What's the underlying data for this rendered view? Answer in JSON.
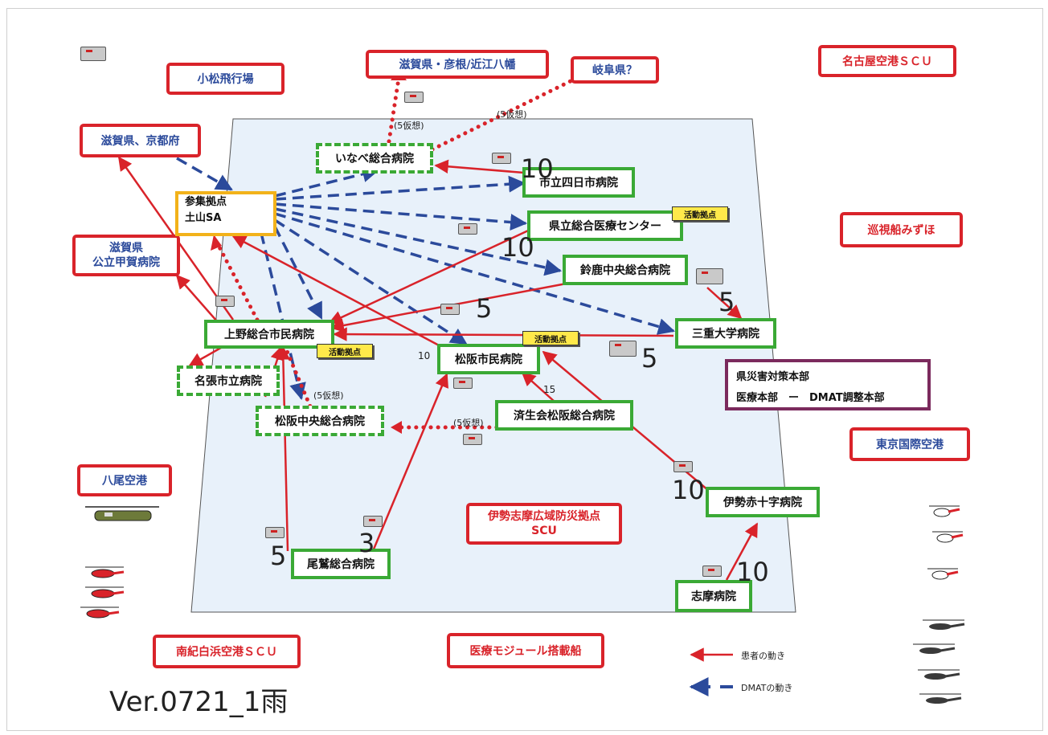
{
  "nodes": {
    "komatsu": "小松飛行場",
    "shiga_hikone": "滋賀県・彦根/近江八幡",
    "gifu": "岐阜県？",
    "nagoya_scu": "名古屋空港ＳＣＵ",
    "shiga_kyoto": "滋賀県、京都府",
    "shiga_koka_1": "滋賀県",
    "shiga_koka_2": "公立甲賀病院",
    "junshisen": "巡視船みずほ",
    "staging_1": "参集拠点",
    "staging_2": "土山SA",
    "inabe": "いなべ総合病院",
    "yokkaichi": "市立四日市病院",
    "kenritsu": "県立総合医療センター",
    "suzuka": "鈴鹿中央総合病院",
    "ueno": "上野総合市民病院",
    "matsusaka_shimin": "松阪市民病院",
    "mie_univ": "三重大学病院",
    "nabari": "名張市立病院",
    "matsusaka_chuo": "松阪中央総合病院",
    "saiseikai": "済生会松阪総合病院",
    "hq_1": "県災害対策本部",
    "hq_2": "医療本部　ー　DMAT調整本部",
    "tokyo": "東京国際空港",
    "yao": "八尾空港",
    "ise_scu_1": "伊勢志摩広域防災拠点",
    "ise_scu_2": "SCU",
    "ise_red": "伊勢赤十字病院",
    "owase": "尾鷲総合病院",
    "shima": "志摩病院",
    "nanki": "南紀白浜空港ＳＣＵ",
    "module_ship": "医療モジュール搭載船"
  },
  "badges": {
    "active_base": "活動拠点"
  },
  "numbers": {
    "yokkaichi": "10",
    "kenritsu": "10",
    "suzuka_to_ueno": "5",
    "mie_in": "5",
    "mie_out": "5",
    "matsusaka_shimin": "10",
    "saiseikai": "15",
    "ise_red": "10",
    "shima": "10",
    "owase_a": "5",
    "owase_b": "3"
  },
  "notes": {
    "inabe_shiga": "(5仮想)",
    "inabe_gifu": "(5仮想)",
    "ueno_chuo": "(5仮想)",
    "saiseikai_chuo": "(5仮想)"
  },
  "legend": {
    "patient": "患者の動き",
    "dmat": "DMATの動き"
  },
  "version": "Ver.0721_1雨",
  "colors": {
    "patient_arrow": "#d9232a",
    "dmat_arrow": "#2b4a9b",
    "map_bg": "#e8f1fa",
    "green_border": "#3aa935",
    "red_border": "#d9232a",
    "staging_border": "#f2b21a",
    "hq_border": "#7b2a5d"
  }
}
